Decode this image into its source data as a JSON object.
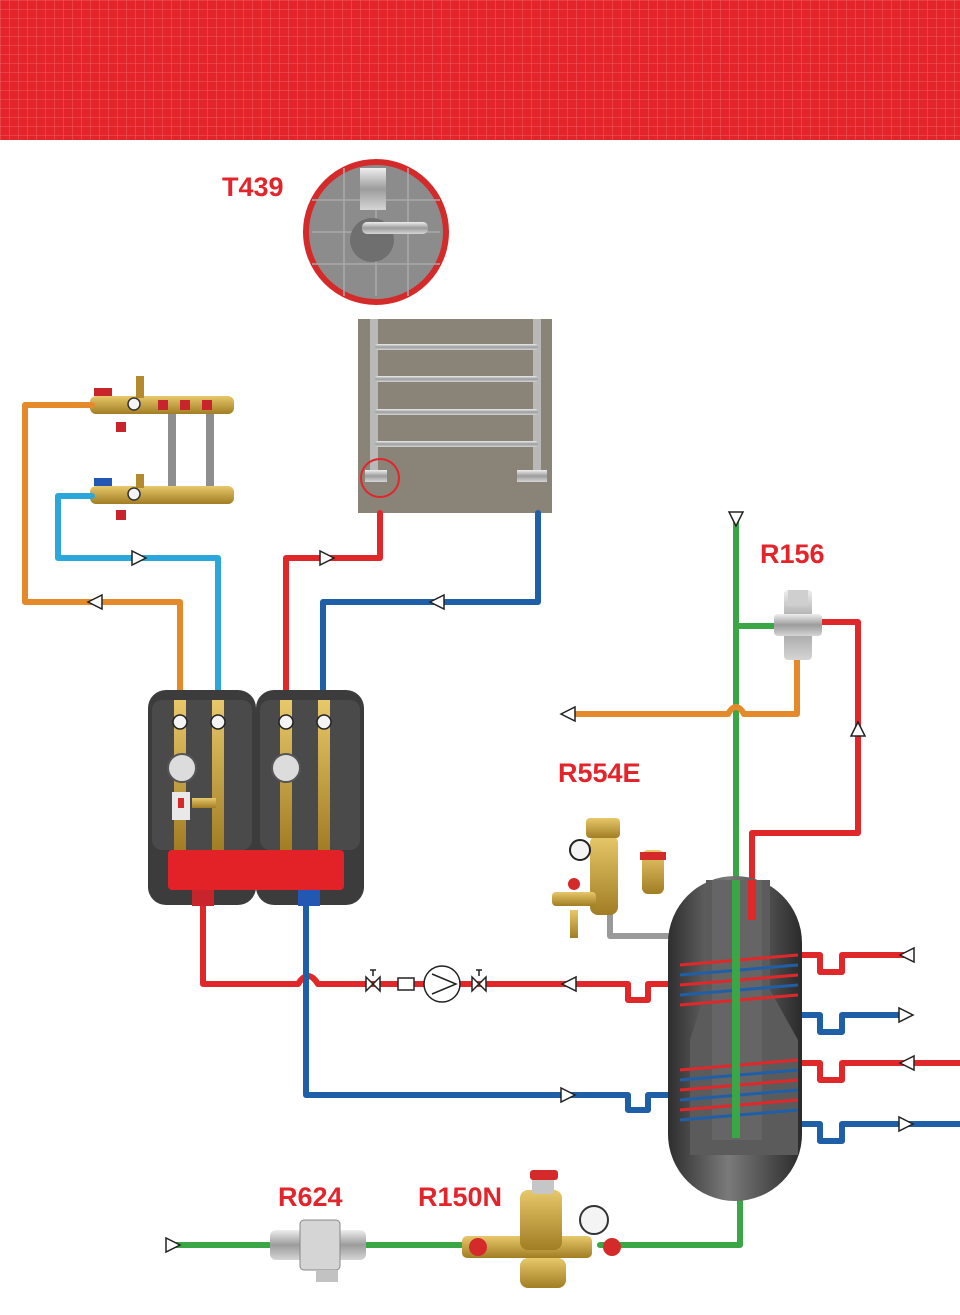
{
  "labels": {
    "t439": "T439",
    "r156": "R156",
    "r554e": "R554E",
    "r624": "R624",
    "r150n": "R150N"
  },
  "colors": {
    "banner": "#e3242b",
    "label": "#e3242b",
    "hot": "#e0282b",
    "cold": "#1f5fa8",
    "orange": "#e58a2a",
    "light_blue": "#2ba7dc",
    "green": "#3aa646",
    "grey": "#9a9a9a",
    "brass": "#c9a545",
    "tank": "#4a4a4a"
  }
}
